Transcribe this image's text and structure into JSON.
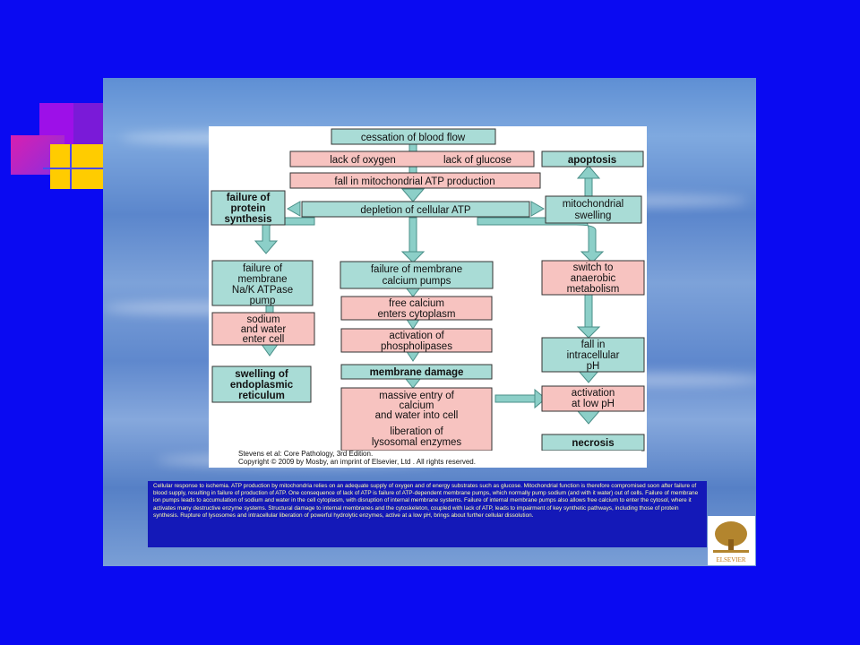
{
  "colors": {
    "background": "#0a0af2",
    "pink_box": "#f7c3c0",
    "teal_box": "#a9dcd6",
    "arrow": "#8ccfc8",
    "caption_bg": "#1419b8",
    "caption_text": "#ffffaa"
  },
  "icons": {
    "decoration": "overlapping-squares-icon",
    "logo": "elsevier-tree-logo"
  },
  "diagram": {
    "cessation": "cessation of blood flow",
    "lack_oxygen": "lack of oxygen",
    "lack_glucose": "lack of glucose",
    "fall_atp": "fall in mitochondrial ATP production",
    "apoptosis": "apoptosis",
    "failure_protein_1": "failure of",
    "failure_protein_2": "protein",
    "failure_protein_3": "synthesis",
    "depletion": "depletion of cellular ATP",
    "mito_swell_1": "mitochondrial",
    "mito_swell_2": "swelling",
    "nak_1": "failure of",
    "nak_2": "membrane",
    "nak_3": "Na/K ATPase",
    "nak_4": "pump",
    "ca_pump_1": "failure of membrane",
    "ca_pump_2": "calcium pumps",
    "anaerobic_1": "switch to",
    "anaerobic_2": "anaerobic",
    "anaerobic_3": "metabolism",
    "sodium_1": "sodium",
    "sodium_2": "and water",
    "sodium_3": "enter cell",
    "free_ca_1": "free calcium",
    "free_ca_2": "enters cytoplasm",
    "phospho_1": "activation of",
    "phospho_2": "phospholipases",
    "ph_1": "fall in",
    "ph_2": "intracellular",
    "ph_3": "pH",
    "er_1": "swelling of",
    "er_2": "endoplasmic",
    "er_3": "reticulum",
    "membrane_damage": "membrane damage",
    "massive_1": "massive entry of",
    "massive_2": "calcium",
    "massive_3": "and water into cell",
    "liberation_1": "liberation of",
    "liberation_2": "lysosomal enzymes",
    "low_ph_1": "activation",
    "low_ph_2": "at low pH",
    "necrosis": "necrosis"
  },
  "credit": {
    "line1": "Stevens et al: Core Pathology, 3rd Edition.",
    "line2": "Copyright © 2009 by Mosby, an imprint of Elsevier, Ltd . All rights reserved."
  },
  "caption": "Cellular response to ischemia. ATP production by mitochondria relies on an adequate supply of oxygen and of energy substrates such as glucose. Mitochondrial function is therefore compromised soon after failure of blood supply, resulting in failure of production of ATP. One consequence of lack of ATP is failure of ATP-dependent membrane pumps, which normally pump sodium (and with it water) out of cells. Failure of membrane ion pumps leads to accumulation of sodium and water in the cell cytoplasm, with disruption of internal membrane systems. Failure of internal membrane pumps also allows free calcium to enter the cytosol, where it activates many destructive enzyme systems. Structural damage to internal membranes and the cytoskeleton, coupled with lack of ATP, leads to impairment of key synthetic pathways, including those of protein synthesis. Rupture of lysosomes and intracellular liberation of powerful hydrolytic enzymes, active at a low pH, brings about further cellular dissolution.",
  "logo_text": "ELSEVIER"
}
